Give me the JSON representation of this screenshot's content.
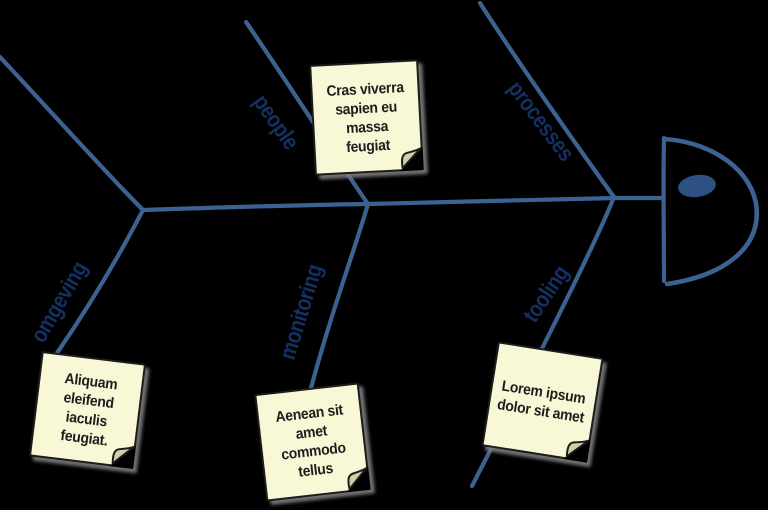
{
  "diagram": {
    "type": "fishbone-ishikawa",
    "colors": {
      "background": "#000000",
      "line": "#3c6292",
      "label_text": "#143061",
      "note_background": "#f8f8d6",
      "note_border": "#1c1c1c",
      "note_fold": "#cfcfa8",
      "note_text": "#1d1d1d",
      "note_shadow": "#7d7d7d",
      "eye_scribble": "#2e5183"
    },
    "head": {
      "scribble_icon": "pen-scribble"
    },
    "branches": [
      {
        "id": "people",
        "label": "people"
      },
      {
        "id": "processes",
        "label": "processes"
      },
      {
        "id": "omgeving",
        "label": "omgeving"
      },
      {
        "id": "monitoring",
        "label": "monitoring"
      },
      {
        "id": "tooling",
        "label": "tooling"
      }
    ],
    "notes": [
      {
        "id": "cras",
        "branch": "people",
        "text": "Cras viverra\nsapien eu\nmassa\nfeugiat"
      },
      {
        "id": "aliquam",
        "branch": "omgeving",
        "text": "Aliquam\neleifend\niaculis\nfeugiat."
      },
      {
        "id": "aenean",
        "branch": "monitoring",
        "text": "Aenean sit\namet\ncommodo\ntellus"
      },
      {
        "id": "lorem",
        "branch": "tooling",
        "text": "Lorem ipsum\ndolor sit amet"
      }
    ]
  }
}
